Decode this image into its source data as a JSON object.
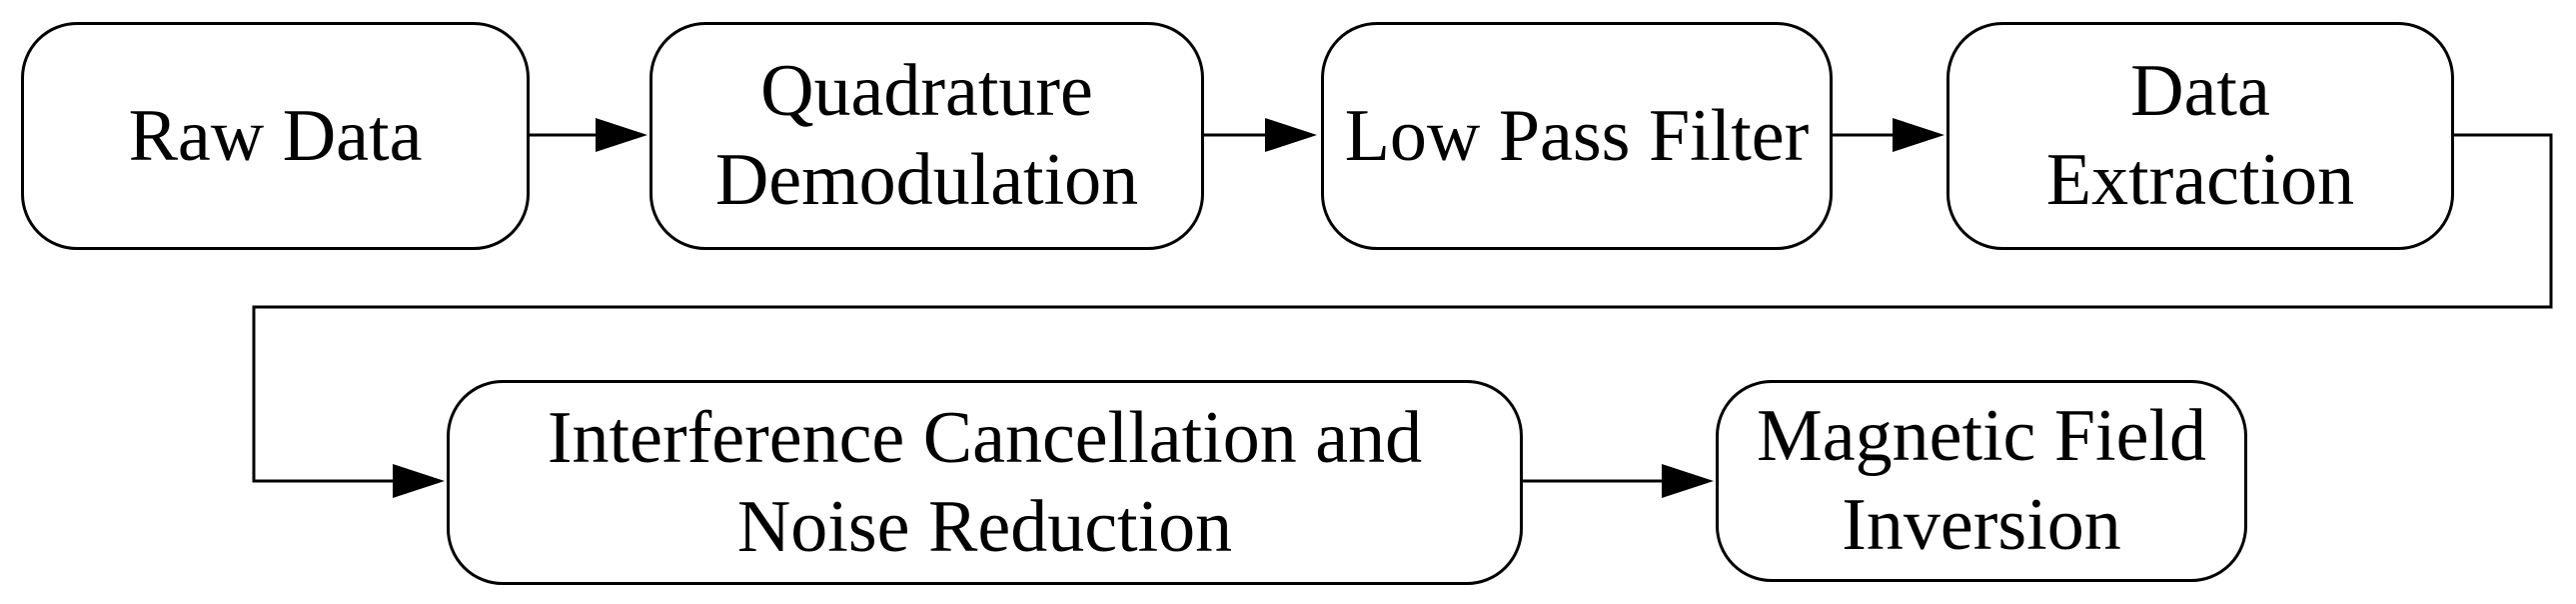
{
  "diagram": {
    "type": "flowchart",
    "background": "#ffffff",
    "stroke_color": "#000000",
    "text_color": "#000000"
  },
  "nodes": [
    {
      "id": "raw-data",
      "label": "Raw Data",
      "lines": [
        "Raw Data"
      ]
    },
    {
      "id": "quadrature-demodulation",
      "label": "Quadrature Demodulation",
      "lines": [
        "Quadrature",
        "Demodulation"
      ]
    },
    {
      "id": "low-pass-filter",
      "label": "Low Pass Filter",
      "lines": [
        "Low Pass Filter"
      ]
    },
    {
      "id": "data-extraction",
      "label": "Data Extraction",
      "lines": [
        "Data",
        "Extraction"
      ]
    },
    {
      "id": "interference-cancellation-and-noise-reduction",
      "label": "Interference Cancellation and Noise Reduction",
      "lines": [
        "Interference Cancellation and",
        "Noise Reduction"
      ]
    },
    {
      "id": "magnetic-field-inversion",
      "label": "Magnetic Field Inversion",
      "lines": [
        "Magnetic Field",
        "Inversion"
      ]
    }
  ],
  "edges": [
    {
      "from": "raw-data",
      "to": "quadrature-demodulation"
    },
    {
      "from": "quadrature-demodulation",
      "to": "low-pass-filter"
    },
    {
      "from": "low-pass-filter",
      "to": "data-extraction"
    },
    {
      "from": "data-extraction",
      "to": "interference-cancellation-and-noise-reduction"
    },
    {
      "from": "interference-cancellation-and-noise-reduction",
      "to": "magnetic-field-inversion"
    }
  ]
}
